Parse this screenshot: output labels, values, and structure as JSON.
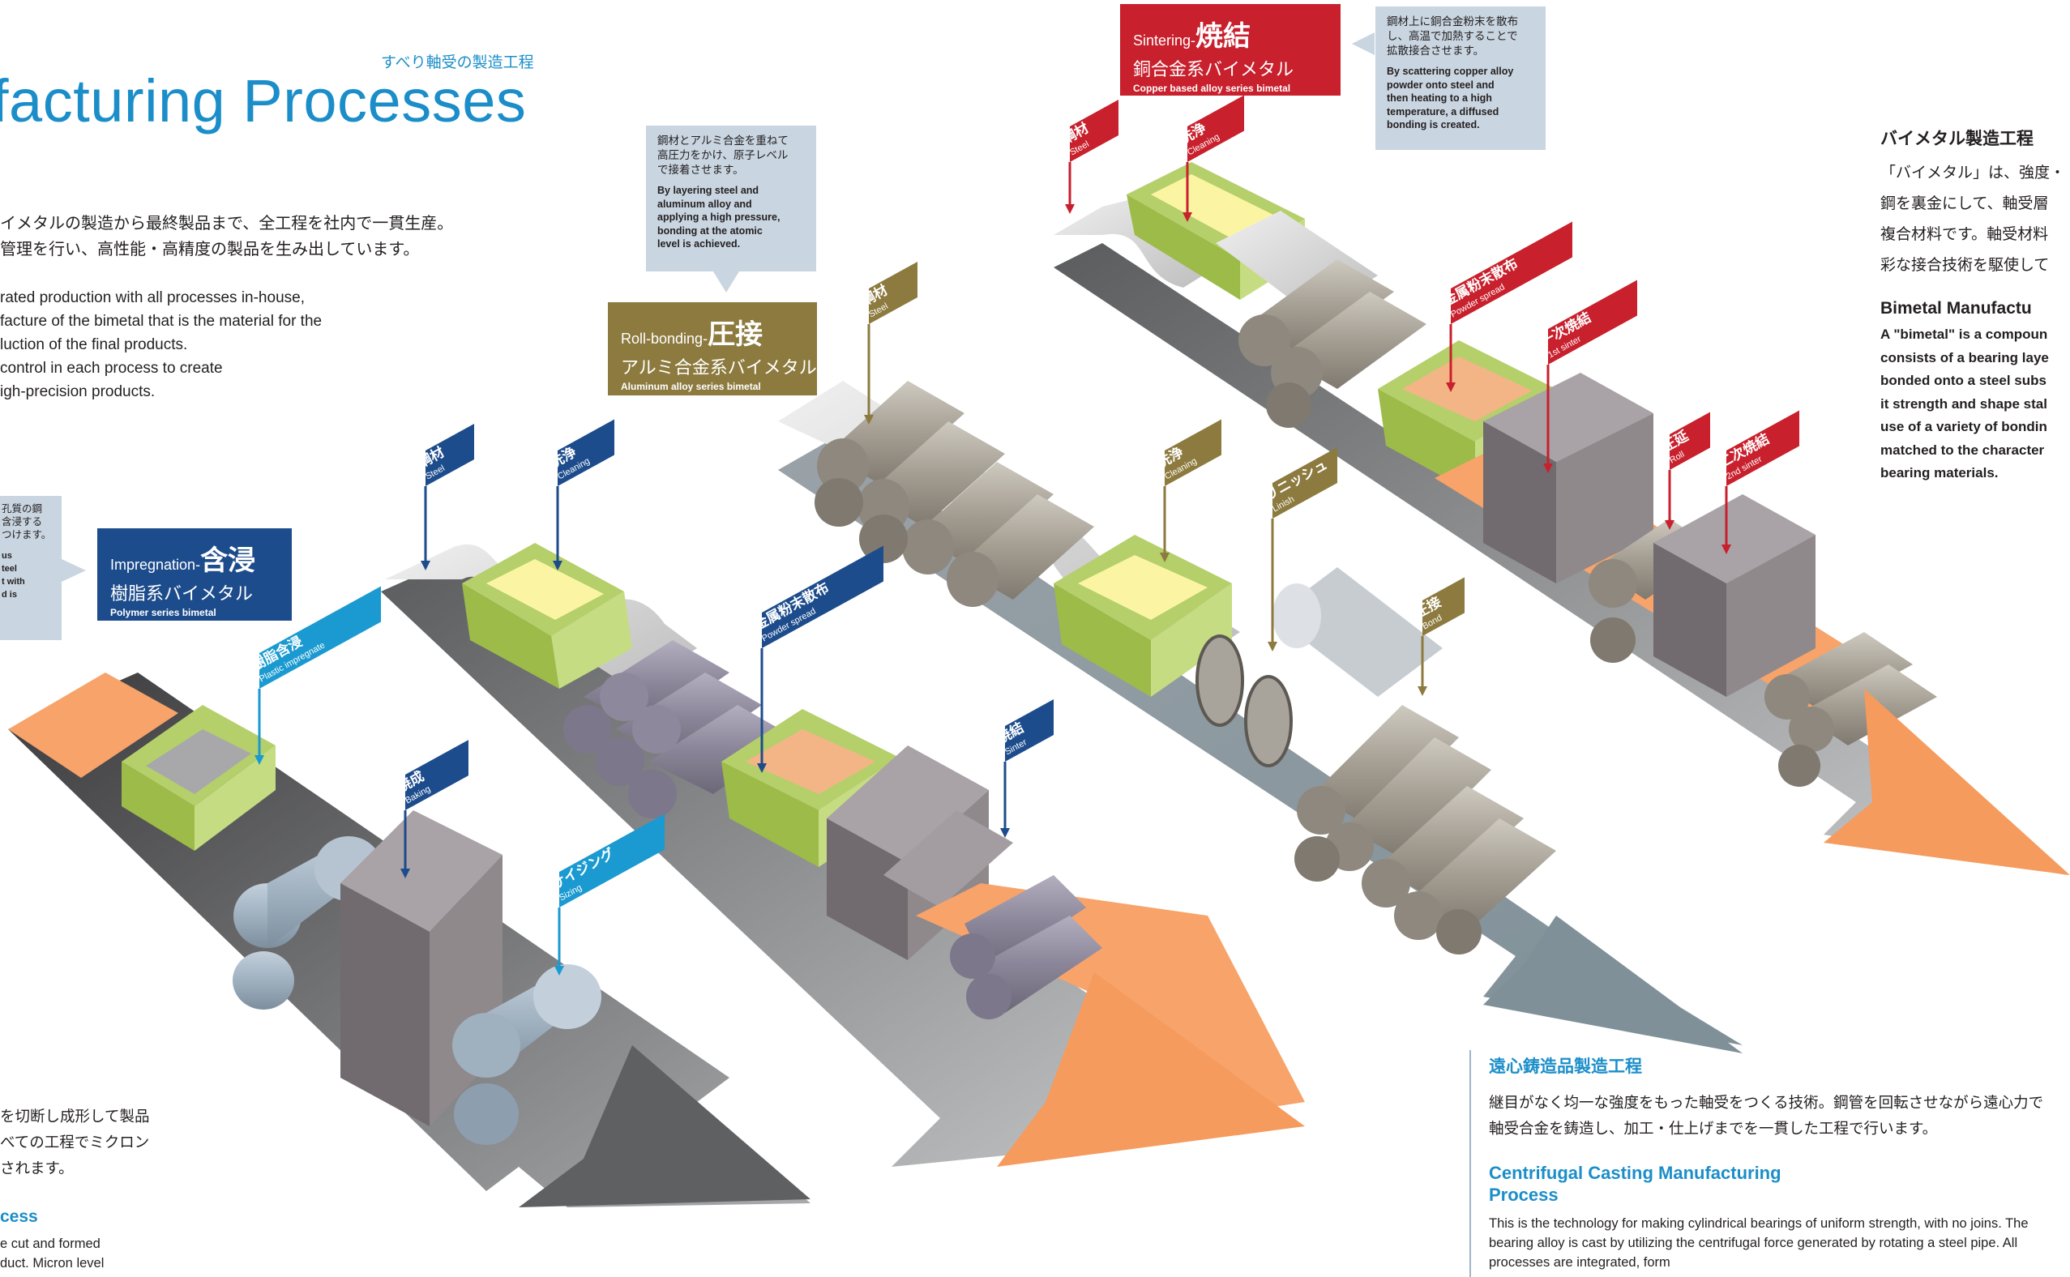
{
  "header": {
    "subtitle_jp": "すべり軸受の製造工程",
    "title": "facturing Processes"
  },
  "intro": {
    "jp": [
      "イメタルの製造から最終製品まで、全工程を社内で一貫生産。",
      "管理を行い、高性能・高精度の製品を生み出しています。"
    ],
    "en": [
      "rated production with all processes in-house,",
      "facture of the bimetal that is the material for the",
      "luction of the final products.",
      " control in each process to create",
      "igh-precision products."
    ]
  },
  "impregnation": {
    "label_en": "Impregnation-",
    "label_jp_big": "含浸",
    "material_jp": "樹脂系バイメタル",
    "material_en": "Polymer series bimetal",
    "callout_jp": [
      "孔質の鋼",
      "含浸する",
      "つけます。"
    ],
    "callout_en": [
      "us",
      "teel",
      "t with",
      "d is"
    ],
    "color": "#1d4c8c"
  },
  "roll_bonding": {
    "label_en": "Roll-bonding-",
    "label_jp_big": "圧接",
    "material_jp": "アルミ合金系バイメタル",
    "material_en": "Aluminum alloy series bimetal",
    "callout_jp": [
      "鋼材とアルミ合金を重ねて",
      "高圧力をかけ、原子レベル",
      "で接着させます。"
    ],
    "callout_en": [
      "By layering steel and",
      "aluminum alloy and",
      "applying a high pressure,",
      "bonding at the atomic",
      "level is achieved."
    ],
    "color": "#8c7a3e"
  },
  "sintering": {
    "label_en": "Sintering-",
    "label_jp_big": "焼結",
    "material_jp": "銅合金系バイメタル",
    "material_en": "Copper based alloy series bimetal",
    "callout_jp": [
      "鋼材上に銅合金粉末を散布",
      "し、高温で加熱することで",
      "拡散接合させます。"
    ],
    "callout_en": [
      "By scattering copper alloy",
      "powder onto steel and",
      "then heating to a high",
      "temperature, a diffused",
      "bonding is created."
    ],
    "color": "#c8202d"
  },
  "flags": {
    "polymer": [
      {
        "jp": "樹脂含浸",
        "en": "Plastic impregnate"
      },
      {
        "jp": "焼成",
        "en": "Baking"
      },
      {
        "jp": "サイジング",
        "en": "Sizing"
      },
      {
        "jp": "鋼材",
        "en": "Steel"
      },
      {
        "jp": "洗浄",
        "en": "Cleaning"
      },
      {
        "jp": "金属粉末散布",
        "en": "Powder spread"
      },
      {
        "jp": "焼結",
        "en": "Sinter"
      }
    ],
    "aluminum": [
      {
        "jp": "鋼材",
        "en": "Steel"
      },
      {
        "jp": "洗浄",
        "en": "Cleaning"
      },
      {
        "jp": "リニッシュ",
        "en": "Linish"
      },
      {
        "jp": "圧接",
        "en": "Bond"
      }
    ],
    "copper": [
      {
        "jp": "鋼材",
        "en": "Steel"
      },
      {
        "jp": "洗浄",
        "en": "Cleaning"
      },
      {
        "jp": "金属粉末散布",
        "en": "Powder spread"
      },
      {
        "jp": "一次焼結",
        "en": "1st sinter"
      },
      {
        "jp": "圧延",
        "en": "Roll"
      },
      {
        "jp": "二次焼結",
        "en": "2nd sinter"
      }
    ]
  },
  "bimetal_section": {
    "heading_jp": "バイメタル製造工程",
    "body_jp": [
      "「バイメタル」は、強度・",
      "鋼を裏金にして、軸受層",
      "複合材料です。軸受材料",
      "彩な接合技術を駆使して"
    ],
    "heading_en": "Bimetal Manufactu",
    "body_en": [
      "A \"bimetal\" is a compoun",
      "consists of a bearing laye",
      "bonded onto a steel subs",
      "it strength and shape stal",
      "use of a variety of bondin",
      "matched to the character",
      "bearing materials."
    ]
  },
  "centrifugal": {
    "heading_jp": "遠心鋳造品製造工程",
    "body_jp": "継目がなく均一な強度をもった軸受をつくる技術。鋼管を回転させながら遠心力で軸受合金を鋳造し、加工・仕上げまでを一貫した工程で行います。",
    "heading_en": "Centrifugal Casting Manufacturing Process",
    "body_en": "This is the technology for making cylindrical bearings of uniform strength, with no joins. The bearing alloy is cast by utilizing the centrifugal force generated by rotating a steel pipe. All processes are integrated, form"
  },
  "bottom_left": {
    "jp": [
      "を切断し成形して製品",
      "べての工程でミクロン",
      "されます。"
    ],
    "heading": "cess",
    "en": [
      "e cut and formed",
      "duct. Micron level"
    ]
  },
  "colors": {
    "accent_blue": "#1b8ec9",
    "belt_dark": "#4d4d4f",
    "belt_light": "#b9babc",
    "orange": "#f7a36a",
    "green_box": "#b5cf6b",
    "powder": "#f4b586",
    "cream": "#fbf5a3"
  }
}
